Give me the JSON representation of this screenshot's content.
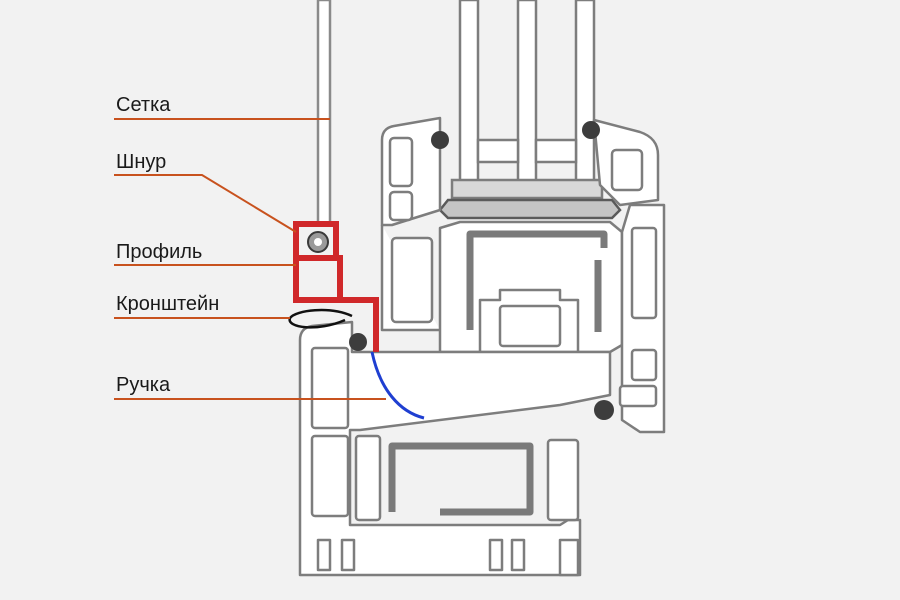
{
  "labels": {
    "setka": "Сетка",
    "shnur": "Шнур",
    "profil": "Профиль",
    "kronshtein": "Кронштейн",
    "ruchka": "Ручка"
  },
  "colors": {
    "background": "#f2f2f2",
    "frame_fill": "#ffffff",
    "frame_stroke": "#7d7d7d",
    "reinforcement": "#7a7a7a",
    "gasket": "#3d3d3d",
    "leader_line": "#c8521e",
    "net_profile": "#d0282a",
    "handle": "#1f3fd1",
    "bracket_outline": "#111111"
  }
}
